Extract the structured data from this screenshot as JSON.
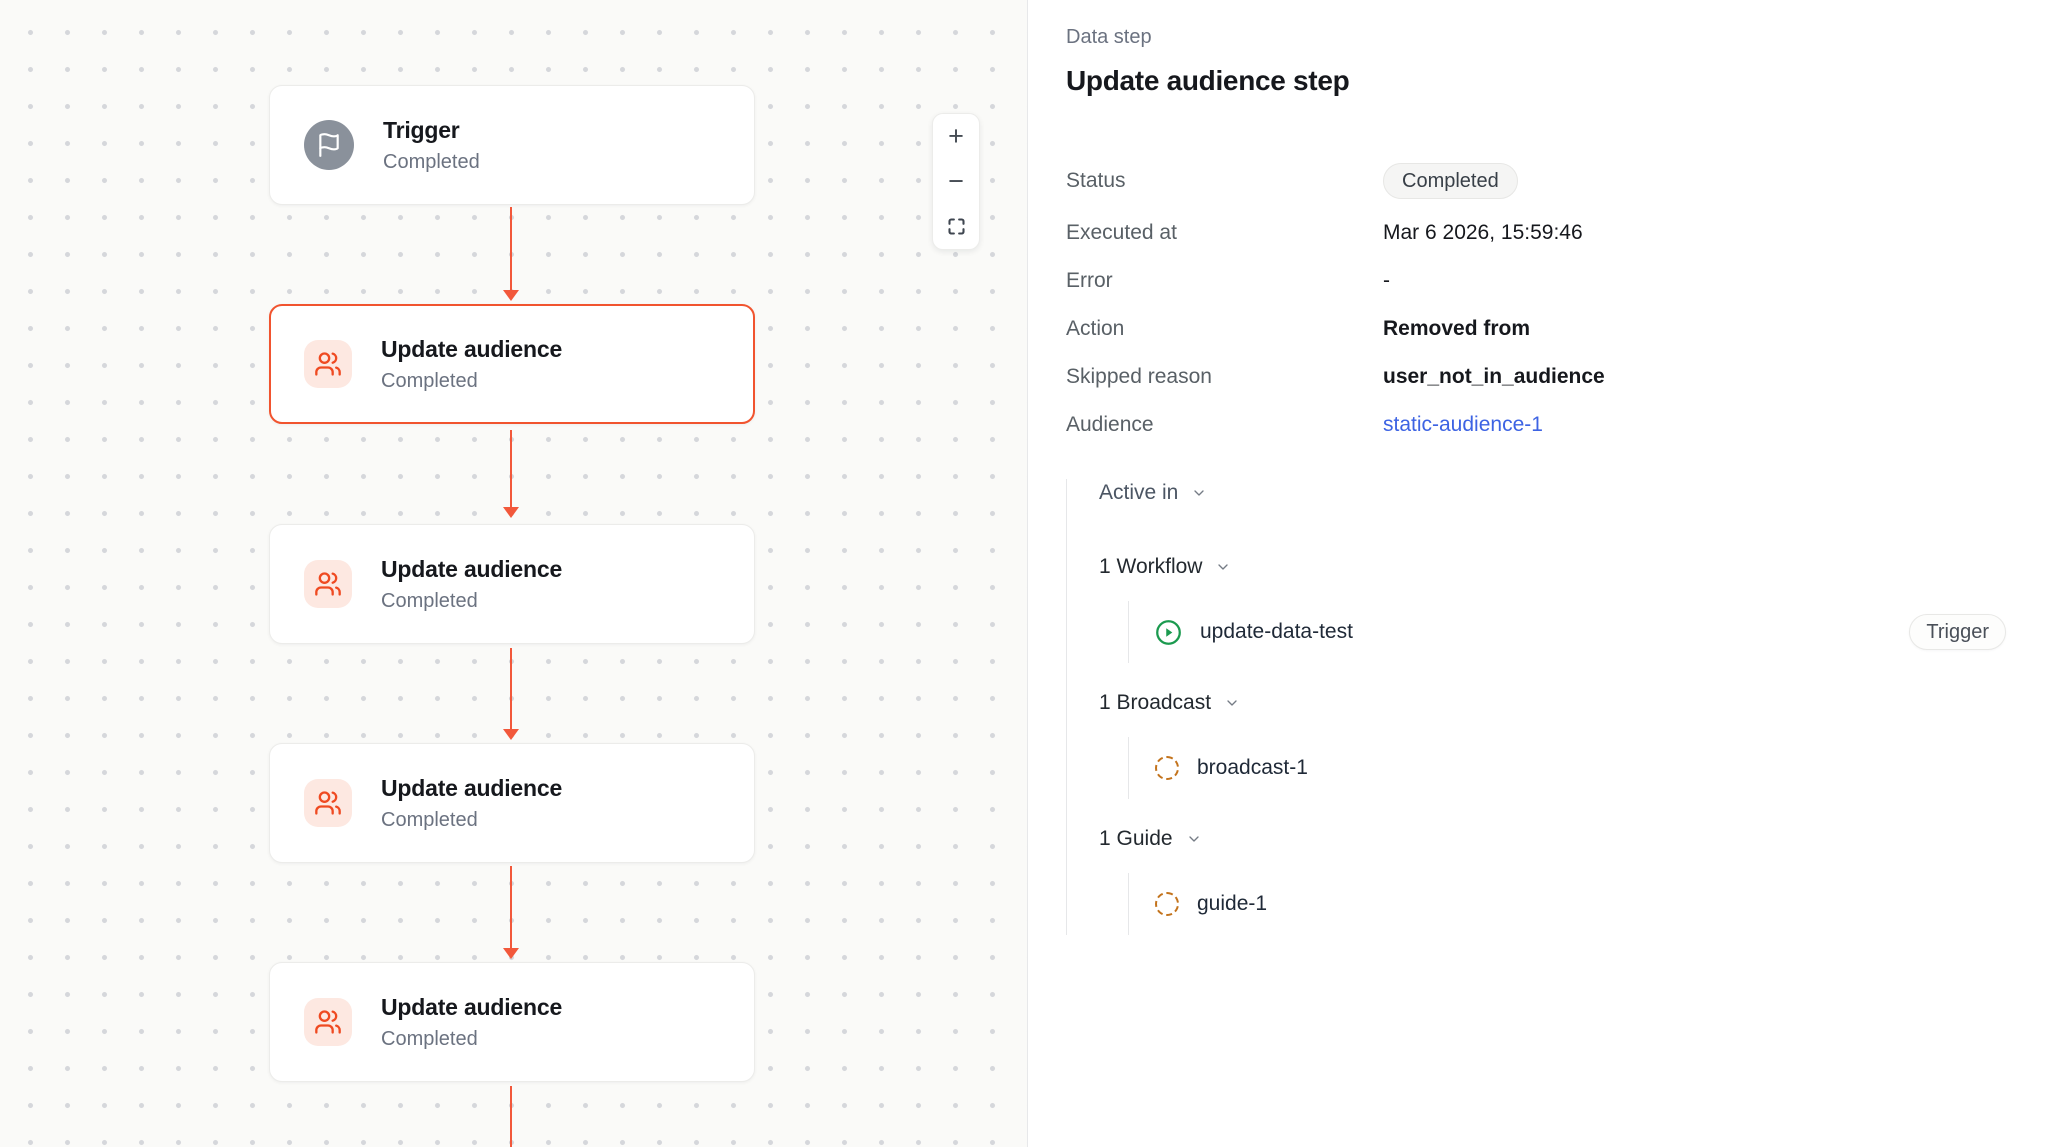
{
  "canvas": {
    "nodes": [
      {
        "title": "Trigger",
        "subtitle": "Completed",
        "icon": "flag-icon",
        "selected": false
      },
      {
        "title": "Update audience",
        "subtitle": "Completed",
        "icon": "users-icon",
        "selected": true
      },
      {
        "title": "Update audience",
        "subtitle": "Completed",
        "icon": "users-icon",
        "selected": false
      },
      {
        "title": "Update audience",
        "subtitle": "Completed",
        "icon": "users-icon",
        "selected": false
      },
      {
        "title": "Update audience",
        "subtitle": "Completed",
        "icon": "users-icon",
        "selected": false
      }
    ],
    "zoom_controls": {
      "zoom_in": "+",
      "zoom_out": "−"
    }
  },
  "panel": {
    "eyebrow": "Data step",
    "title": "Update audience step",
    "details": [
      {
        "label": "Status",
        "value": "Completed"
      },
      {
        "label": "Executed at",
        "value": "Mar 6 2026, 15:59:46"
      },
      {
        "label": "Error",
        "value": "-"
      },
      {
        "label": "Action",
        "value": "Removed from"
      },
      {
        "label": "Skipped reason",
        "value": "user_not_in_audience"
      },
      {
        "label": "Audience",
        "value": "static-audience-1"
      }
    ],
    "active_in": {
      "label": "Active in",
      "groups": [
        {
          "heading": "1 Workflow",
          "item": {
            "name": "update-data-test",
            "icon": "play-circle-icon",
            "badge": "Trigger"
          }
        },
        {
          "heading": "1 Broadcast",
          "item": {
            "name": "broadcast-1",
            "icon": "dashed-circle-icon"
          }
        },
        {
          "heading": "1 Guide",
          "item": {
            "name": "guide-1",
            "icon": "dashed-circle-icon"
          }
        }
      ]
    }
  },
  "colors": {
    "accent_red": "#F1542F",
    "arrow_red": "#F2583B",
    "icon_red": "#EF4A21",
    "icon_red_bg": "#FDE8E1",
    "trigger_gray": "#8A919B",
    "link_blue": "#3D63E3",
    "workflow_green": "#1B9A4F",
    "draft_orange": "#C3731C",
    "canvas_bg": "#FAFAF8"
  }
}
